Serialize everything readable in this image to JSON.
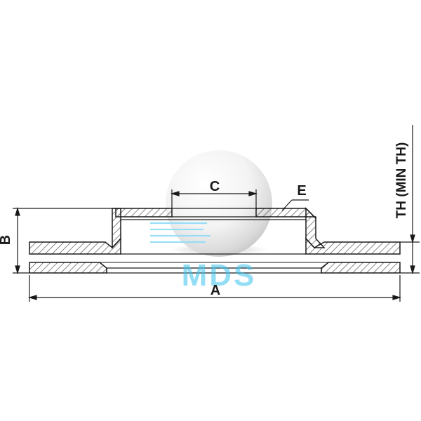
{
  "labels": {
    "a": "A",
    "b": "B",
    "c": "C",
    "e": "E",
    "th": "TH (MIN TH)"
  },
  "watermark": {
    "text": "MDS",
    "color": "#3cc4ee"
  },
  "colors": {
    "line": "#1a1a1a",
    "hatch": "#555555"
  }
}
